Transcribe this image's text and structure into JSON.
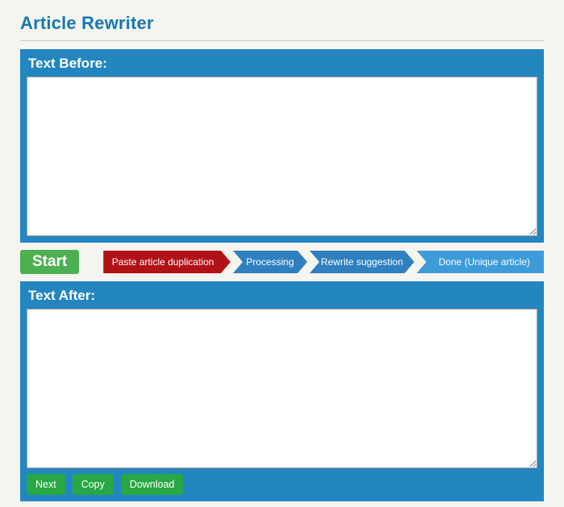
{
  "page": {
    "title": "Article Rewriter"
  },
  "colors": {
    "title_blue": "#1578b6",
    "panel_blue": "#2386c0",
    "start_green": "#4caf50",
    "action_green": "#28a745",
    "step_red": "#b11217",
    "step_blue": "#2e80c0",
    "step_light_blue": "#3d9bd9"
  },
  "before_panel": {
    "label": "Text Before:",
    "textarea_value": ""
  },
  "controls": {
    "start_label": "Start"
  },
  "steps": [
    {
      "label": "Paste article duplication",
      "color": "#b11217"
    },
    {
      "label": "Processing",
      "color": "#2e80c0"
    },
    {
      "label": "Rewrite suggestion",
      "color": "#2e80c0"
    },
    {
      "label": "Done (Unique article)",
      "color": "#3d9bd9"
    }
  ],
  "after_panel": {
    "label": "Text After:",
    "textarea_value": "",
    "actions": [
      {
        "label": "Next"
      },
      {
        "label": "Copy"
      },
      {
        "label": "Download"
      }
    ]
  }
}
